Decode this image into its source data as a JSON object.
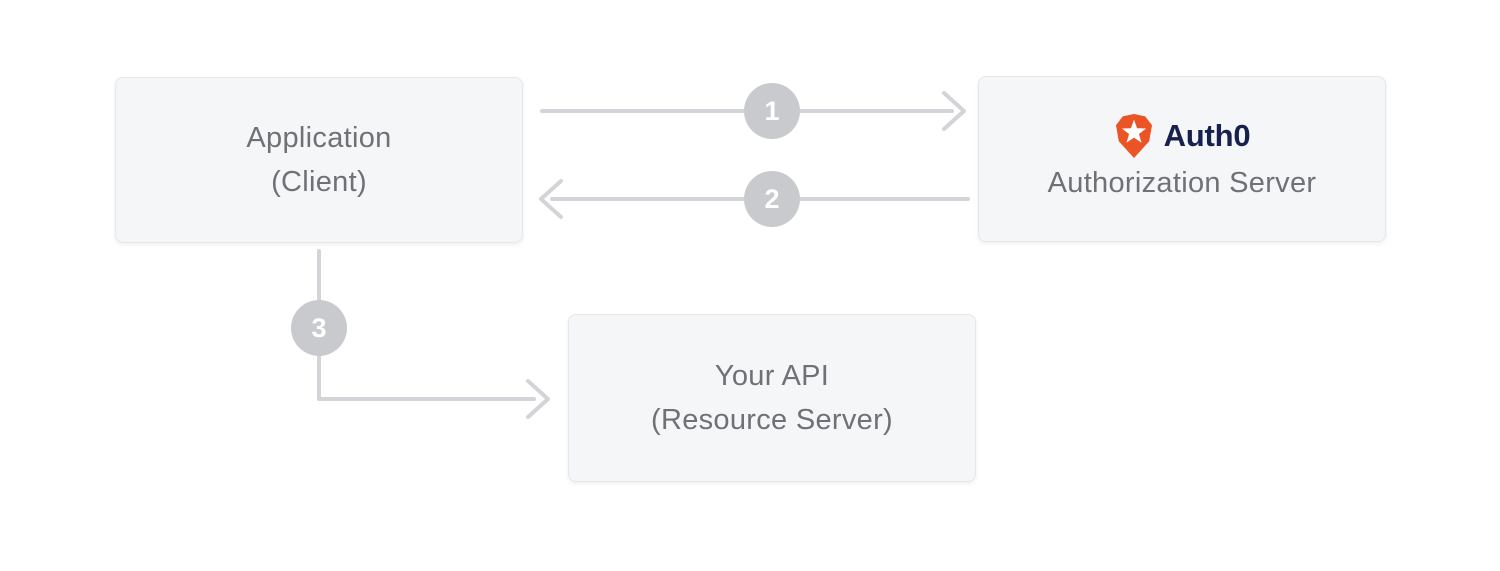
{
  "diagram": {
    "nodes": {
      "application": {
        "line1": "Application",
        "line2": "(Client)"
      },
      "authorization_server": {
        "brand": "Auth0",
        "label": "Authorization Server",
        "logo_icon": "auth0-shield-badge-icon"
      },
      "api": {
        "line1": "Your API",
        "line2": "(Resource Server)"
      }
    },
    "steps": [
      {
        "number": "1",
        "from": "application",
        "to": "authorization_server",
        "direction": "right"
      },
      {
        "number": "2",
        "from": "authorization_server",
        "to": "application",
        "direction": "left"
      },
      {
        "number": "3",
        "from": "application",
        "to": "api",
        "direction": "down-right"
      }
    ],
    "colors": {
      "box_background": "#F5F6F7",
      "box_border": "#E5E7EA",
      "box_text": "#6E7276",
      "arrow": "#D2D4D8",
      "step_circle": "#C8CACD",
      "step_number": "#FFFFFF",
      "auth0_orange": "#EB5424",
      "auth0_navy": "#16214D"
    }
  }
}
